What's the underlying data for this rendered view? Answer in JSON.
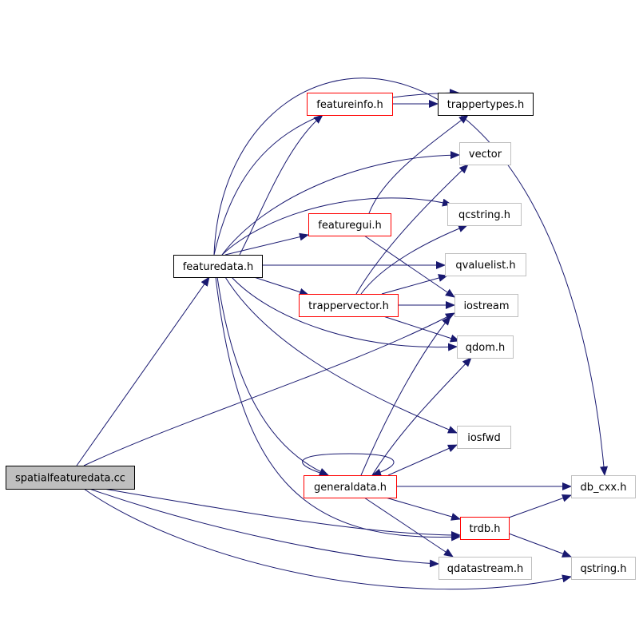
{
  "graph": {
    "title": "",
    "colors": {
      "edge": "#191970",
      "node_root_fill": "#bfbfbf",
      "node_root_border": "#000000",
      "node_documented_border": "#000000",
      "node_redlink_border": "#ff0000",
      "node_external_border": "#bfbfbf",
      "text": "#000000"
    },
    "nodes": {
      "spatialfeaturedata_cc": {
        "label": "spatialfeaturedata.cc",
        "kind": "root"
      },
      "featuredata_h": {
        "label": "featuredata.h",
        "kind": "documented"
      },
      "featureinfo_h": {
        "label": "featureinfo.h",
        "kind": "redlink"
      },
      "trappertypes_h": {
        "label": "trappertypes.h",
        "kind": "documented"
      },
      "vector": {
        "label": "vector",
        "kind": "external"
      },
      "featuregui_h": {
        "label": "featuregui.h",
        "kind": "redlink"
      },
      "qcstring_h": {
        "label": "qcstring.h",
        "kind": "external"
      },
      "qvaluelist_h": {
        "label": "qvaluelist.h",
        "kind": "external"
      },
      "trappervector_h": {
        "label": "trappervector.h",
        "kind": "redlink"
      },
      "iostream": {
        "label": "iostream",
        "kind": "external"
      },
      "qdom_h": {
        "label": "qdom.h",
        "kind": "external"
      },
      "iosfwd": {
        "label": "iosfwd",
        "kind": "external"
      },
      "generaldata_h": {
        "label": "generaldata.h",
        "kind": "redlink"
      },
      "db_cxx_h": {
        "label": "db_cxx.h",
        "kind": "external"
      },
      "trdb_h": {
        "label": "trdb.h",
        "kind": "redlink"
      },
      "qdatastream_h": {
        "label": "qdatastream.h",
        "kind": "external"
      },
      "qstring_h": {
        "label": "qstring.h",
        "kind": "external"
      }
    },
    "edges": [
      {
        "from": "spatialfeaturedata_cc",
        "to": "featuredata_h"
      },
      {
        "from": "spatialfeaturedata_cc",
        "to": "iostream"
      },
      {
        "from": "spatialfeaturedata_cc",
        "to": "trdb_h"
      },
      {
        "from": "spatialfeaturedata_cc",
        "to": "qdatastream_h"
      },
      {
        "from": "spatialfeaturedata_cc",
        "to": "qstring_h"
      },
      {
        "from": "featuredata_h",
        "to": "featureinfo_h"
      },
      {
        "from": "featuredata_h",
        "to": "trappertypes_h"
      },
      {
        "from": "featuredata_h",
        "to": "vector"
      },
      {
        "from": "featuredata_h",
        "to": "featuregui_h"
      },
      {
        "from": "featuredata_h",
        "to": "qcstring_h"
      },
      {
        "from": "featuredata_h",
        "to": "qvaluelist_h"
      },
      {
        "from": "featuredata_h",
        "to": "trappervector_h"
      },
      {
        "from": "featuredata_h",
        "to": "qdom_h"
      },
      {
        "from": "featuredata_h",
        "to": "iosfwd"
      },
      {
        "from": "featuredata_h",
        "to": "generaldata_h"
      },
      {
        "from": "featuredata_h",
        "to": "db_cxx_h"
      },
      {
        "from": "featuredata_h",
        "to": "trdb_h"
      },
      {
        "from": "featureinfo_h",
        "to": "trappertypes_h"
      },
      {
        "from": "featuregui_h",
        "to": "trappertypes_h"
      },
      {
        "from": "featuregui_h",
        "to": "iostream"
      },
      {
        "from": "trappervector_h",
        "to": "vector"
      },
      {
        "from": "trappervector_h",
        "to": "qcstring_h"
      },
      {
        "from": "trappervector_h",
        "to": "qvaluelist_h"
      },
      {
        "from": "trappervector_h",
        "to": "iostream"
      },
      {
        "from": "trappervector_h",
        "to": "qdom_h"
      },
      {
        "from": "generaldata_h",
        "to": "generaldata_h"
      },
      {
        "from": "generaldata_h",
        "to": "iostream"
      },
      {
        "from": "generaldata_h",
        "to": "qdom_h"
      },
      {
        "from": "generaldata_h",
        "to": "iosfwd"
      },
      {
        "from": "generaldata_h",
        "to": "db_cxx_h"
      },
      {
        "from": "generaldata_h",
        "to": "trdb_h"
      },
      {
        "from": "generaldata_h",
        "to": "qdatastream_h"
      },
      {
        "from": "trdb_h",
        "to": "db_cxx_h"
      },
      {
        "from": "trdb_h",
        "to": "qstring_h"
      }
    ]
  }
}
